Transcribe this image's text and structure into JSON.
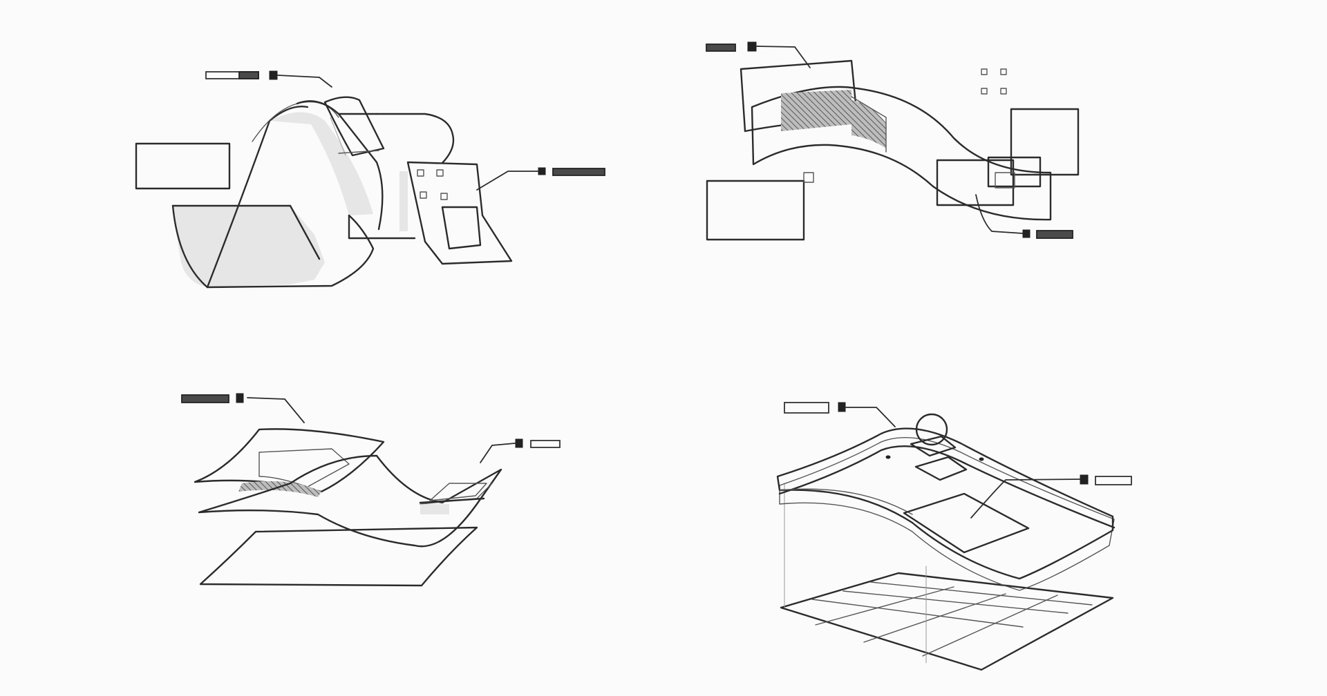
{
  "sketch": {
    "panels": [
      {
        "id": "folded-band",
        "kind": "sketch"
      },
      {
        "id": "wavy-strip",
        "kind": "sketch"
      },
      {
        "id": "floating-layers",
        "kind": "sketch"
      },
      {
        "id": "stacked-sheets",
        "kind": "sketch"
      }
    ],
    "colors": {
      "paper": "#fbfbfb",
      "ink": "#2b2b2b",
      "shade": "#d8d8d8"
    }
  }
}
